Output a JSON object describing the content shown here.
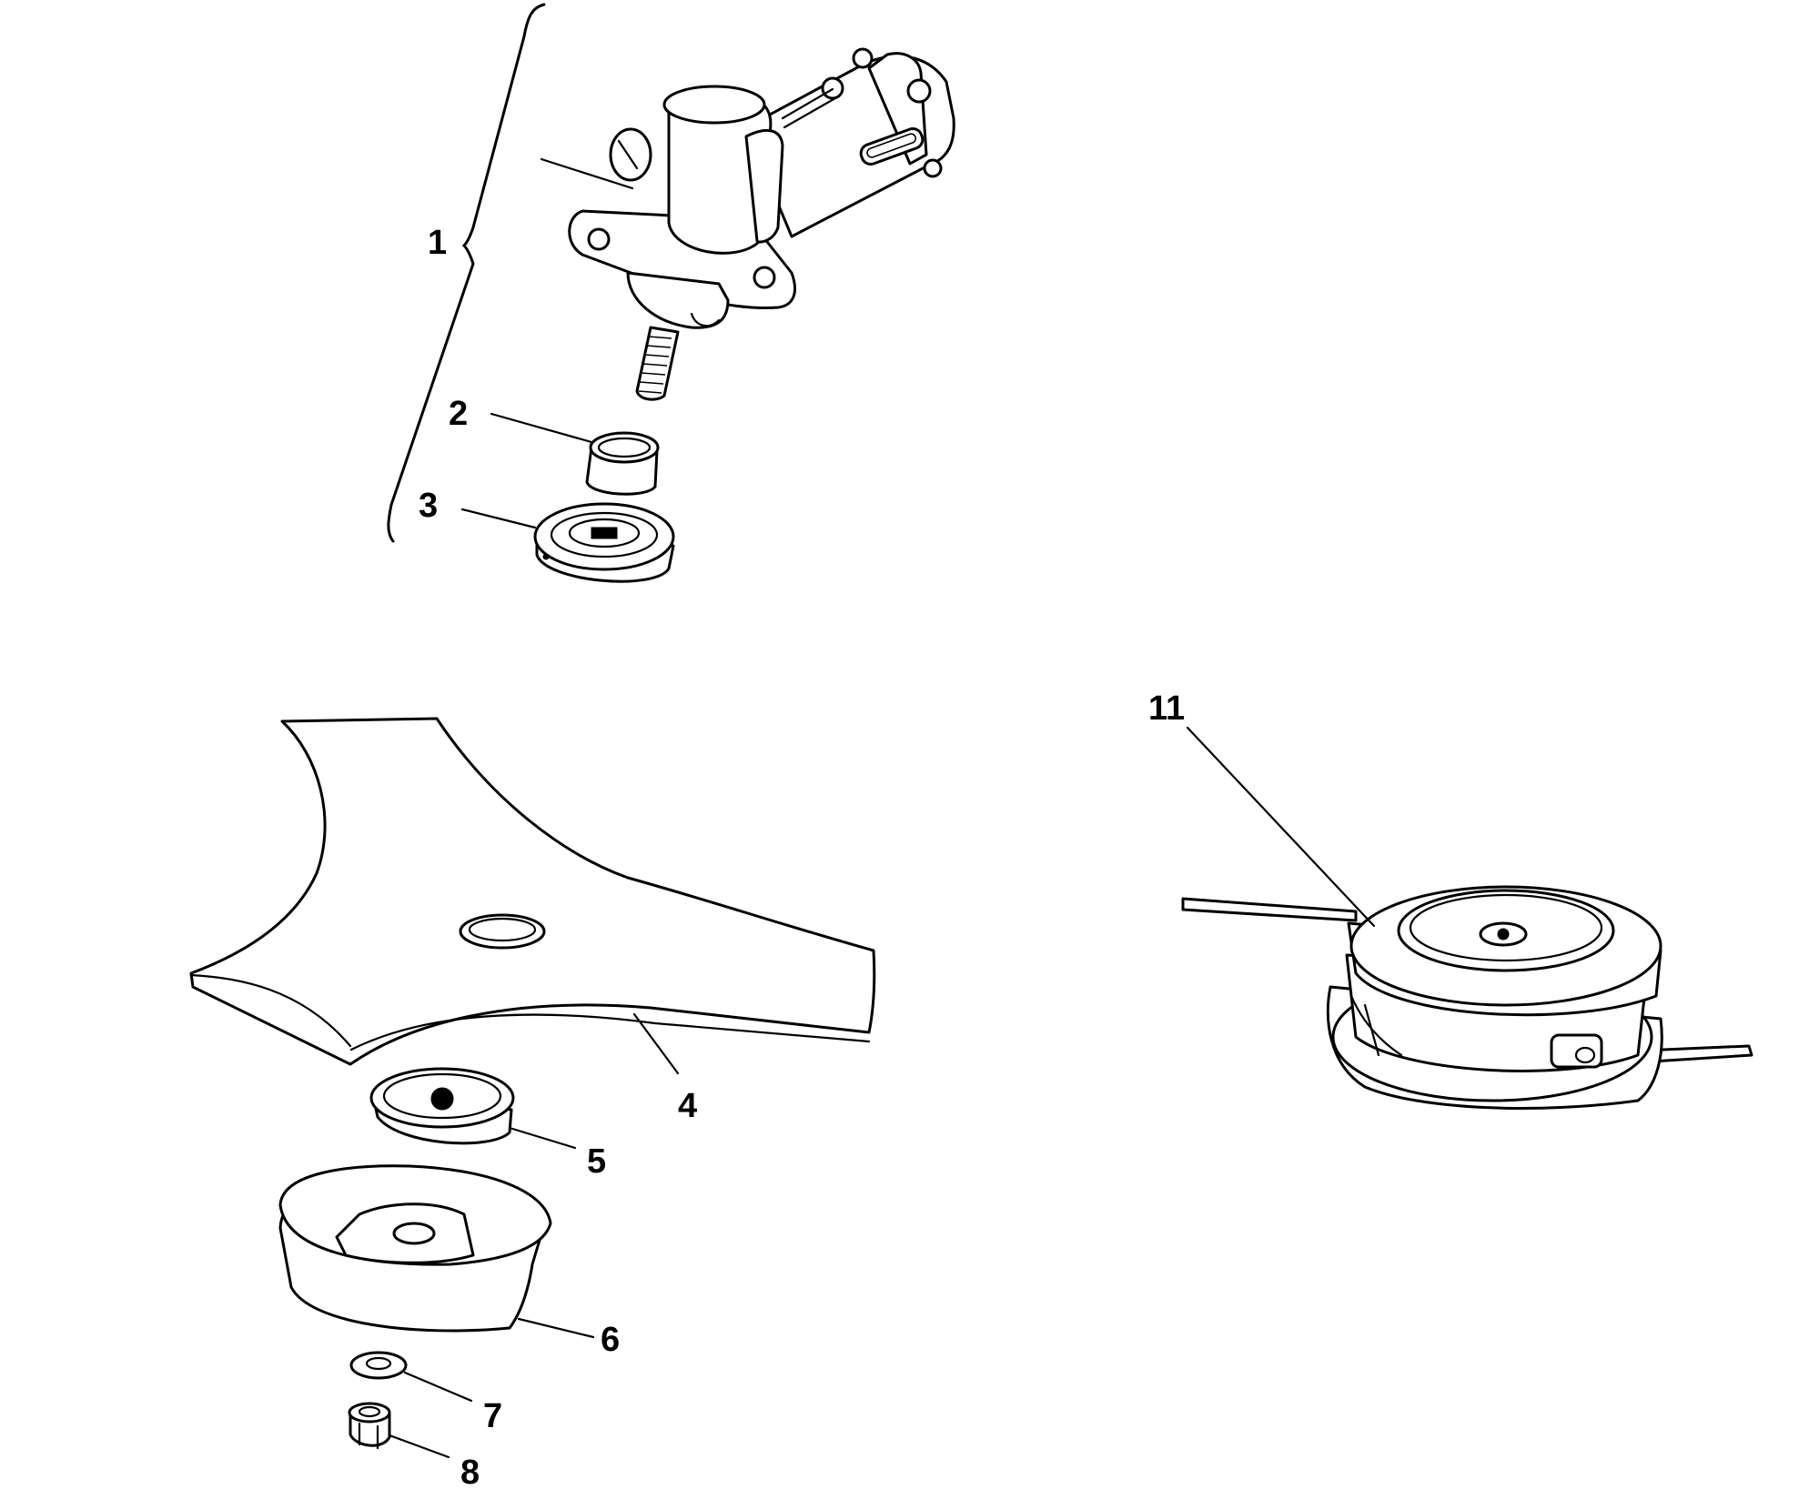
{
  "callouts": [
    {
      "id": "1",
      "label": "1"
    },
    {
      "id": "2",
      "label": "2"
    },
    {
      "id": "3",
      "label": "3"
    },
    {
      "id": "4",
      "label": "4"
    },
    {
      "id": "5",
      "label": "5"
    },
    {
      "id": "6",
      "label": "6"
    },
    {
      "id": "7",
      "label": "7"
    },
    {
      "id": "8",
      "label": "8"
    },
    {
      "id": "11",
      "label": "11"
    }
  ],
  "colors": {
    "line": "#000000",
    "background": "#ffffff"
  }
}
